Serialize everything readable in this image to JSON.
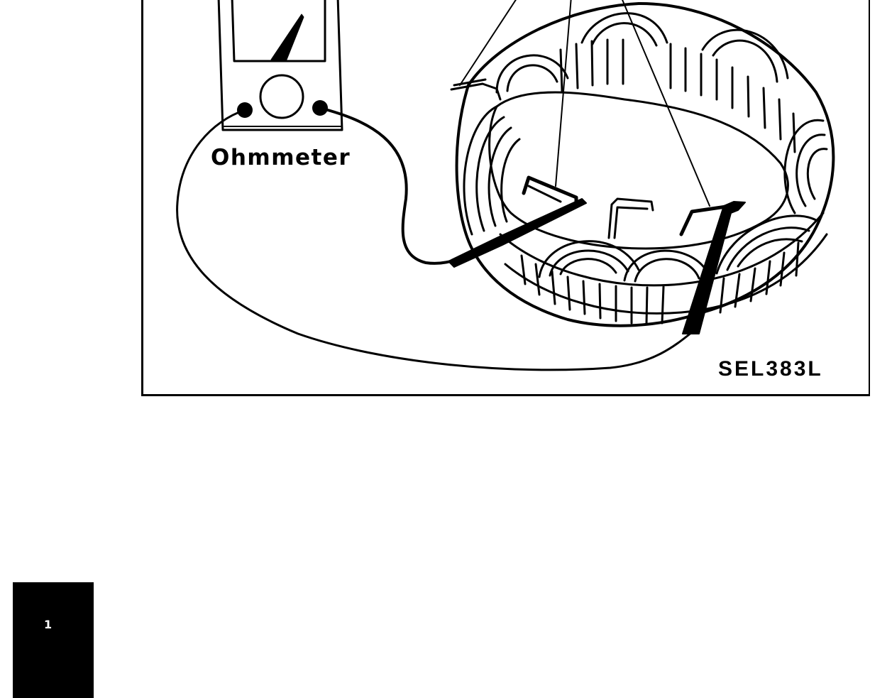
{
  "figure": {
    "meter_label": "Ohmmeter",
    "figure_code": "SEL383L",
    "subject": "alternator stator continuity test",
    "instrument": "analog ohmmeter",
    "colors": {
      "line": "#000000",
      "background": "#ffffff"
    }
  },
  "page_tab": {
    "mark": "1"
  }
}
